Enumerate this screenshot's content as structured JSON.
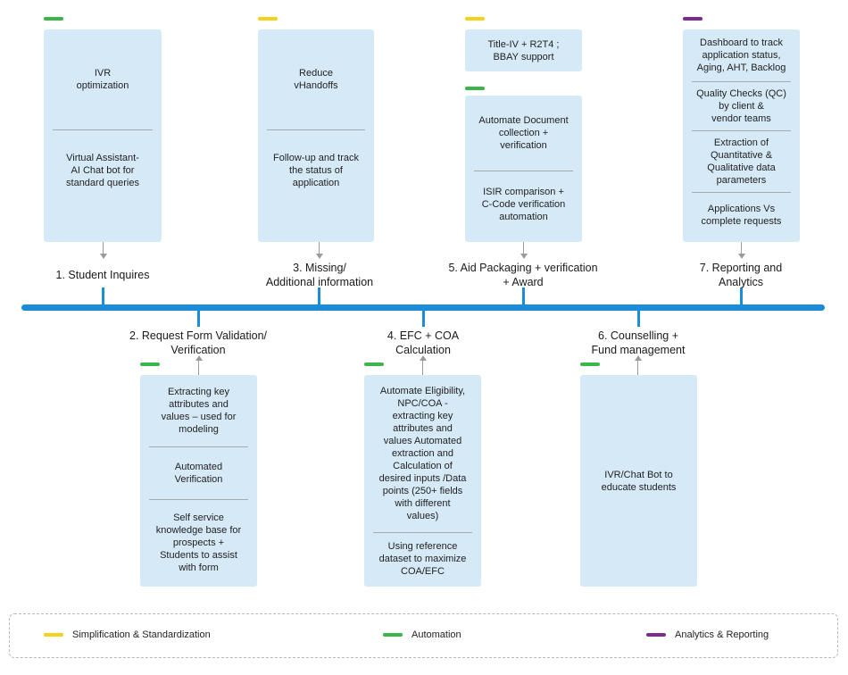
{
  "colors": {
    "box_fill": "#d6e9f7",
    "timeline": "#1a8cd8",
    "simplification": "#f2d21b",
    "automation": "#3cb54a",
    "analytics": "#7b2d8e"
  },
  "stages": [
    {
      "label": "1. Student Inquires"
    },
    {
      "label": "2. Request Form Validation/\nVerification"
    },
    {
      "label": "3. Missing/\nAdditional information"
    },
    {
      "label": "4. EFC + COA\nCalculation"
    },
    {
      "label": "5. Aid Packaging + verification\n+ Award"
    },
    {
      "label": "6. Counselling +\nFund management"
    },
    {
      "label": "7. Reporting and\nAnalytics"
    }
  ],
  "boxes": [
    {
      "stage": "1. Student Inquires",
      "tag": "Automation",
      "items": [
        "IVR\noptimization",
        "Virtual Assistant-\nAI Chat bot for\nstandard queries"
      ]
    },
    {
      "stage": "3. Missing/ Additional information",
      "tag": "Simplification & Standardization",
      "items": [
        "Reduce\nvHandoffs",
        "Follow-up and track\nthe status of\napplication"
      ]
    },
    {
      "stage": "5. Aid Packaging + verification + Award",
      "tag": "Simplification & Standardization",
      "items": [
        "Title-IV + R2T4 ;\nBBAY support"
      ]
    },
    {
      "stage": "5. Aid Packaging + verification + Award",
      "tag": "Automation",
      "items": [
        "Automate Document\ncollection +\nverification",
        "ISIR comparison +\nC-Code verification\nautomation"
      ]
    },
    {
      "stage": "7. Reporting and Analytics",
      "tag": "Analytics & Reporting",
      "items": [
        "Dashboard to track\napplication status,\nAging, AHT, Backlog",
        "Quality Checks (QC)\nby client &\nvendor teams",
        "Extraction of\nQuantitative &\nQualitative data\nparameters",
        "Applications Vs\ncomplete requests"
      ]
    },
    {
      "stage": "2. Request Form Validation/ Verification",
      "tag": "Automation",
      "items": [
        "Extracting key\nattributes and\nvalues – used for\nmodeling",
        "Automated\nVerification",
        "Self service\nknowledge base for\nprospects +\nStudents to assist\nwith form"
      ]
    },
    {
      "stage": "4. EFC + COA Calculation",
      "tag": "Automation",
      "items": [
        "Automate Eligibility,\nNPC/COA -\nextracting key\nattributes and\nvalues Automated\nextraction and\nCalculation of\ndesired inputs /Data\npoints (250+ fields\nwith different\nvalues)",
        "Using reference\ndataset to maximize\nCOA/EFC"
      ]
    },
    {
      "stage": "6. Counselling + Fund management",
      "tag": "Automation",
      "items": [
        "IVR/Chat Bot to\neducate students"
      ]
    }
  ],
  "legend": [
    {
      "label": "Simplification & Standardization",
      "color": "#f2d21b"
    },
    {
      "label": "Automation",
      "color": "#3cb54a"
    },
    {
      "label": "Analytics & Reporting",
      "color": "#7b2d8e"
    }
  ]
}
